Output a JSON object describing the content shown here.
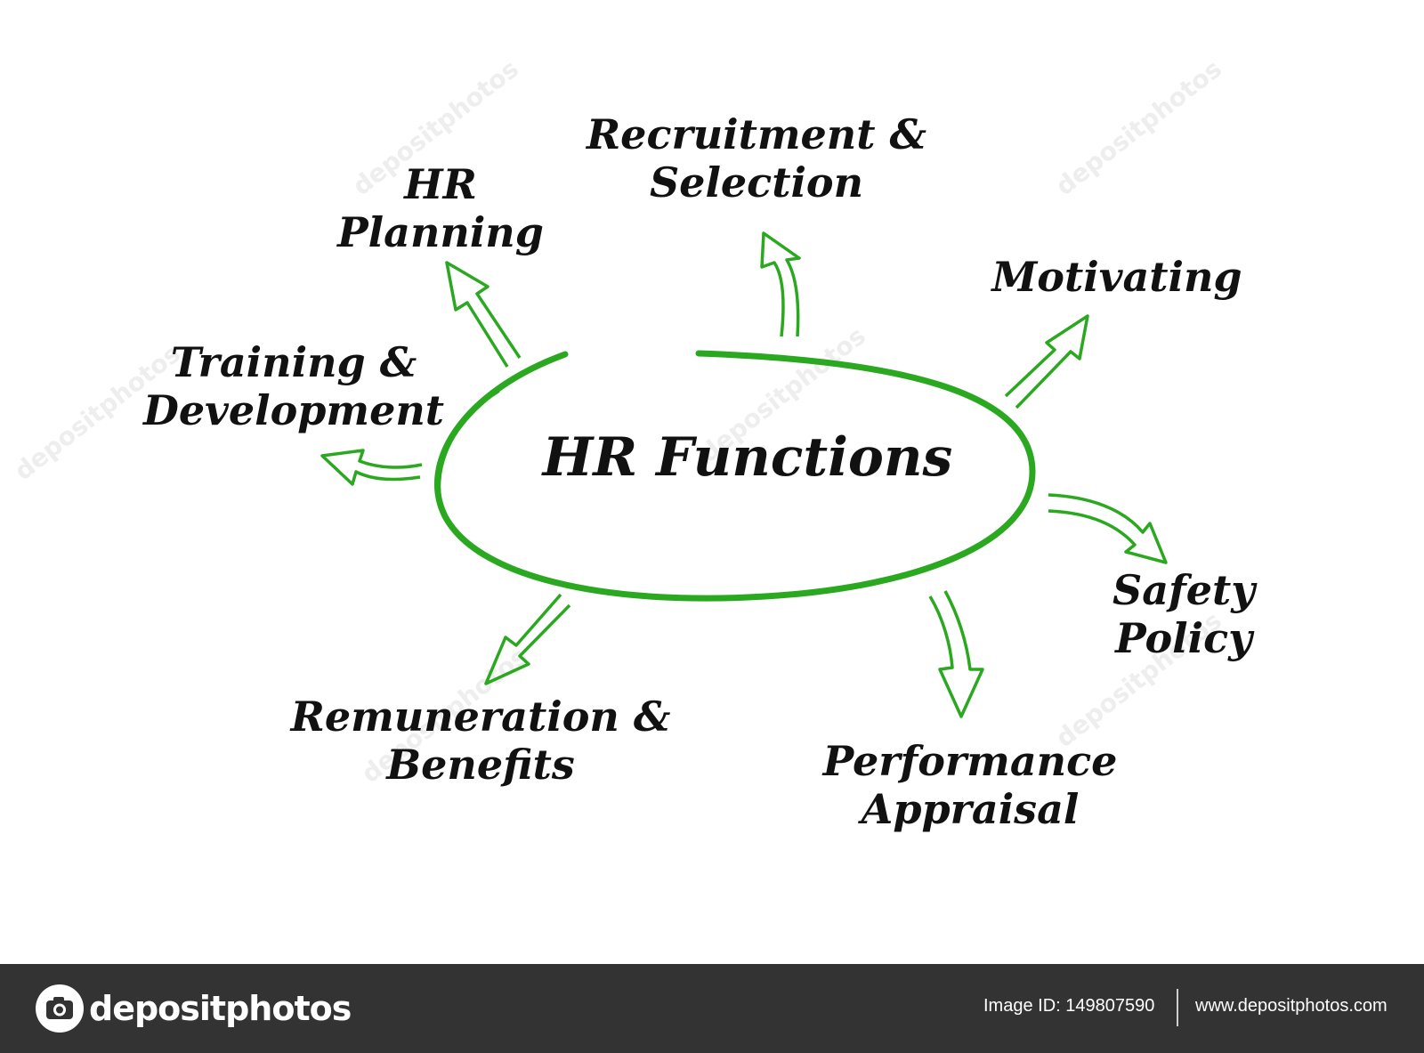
{
  "colors": {
    "accent": "#2aa81f",
    "text": "#111111",
    "footer_bg": "#333333"
  },
  "diagram": {
    "center": "HR Functions",
    "nodes": [
      {
        "id": "hr-planning",
        "lines": [
          "HR",
          "Planning"
        ]
      },
      {
        "id": "recruitment-selection",
        "lines": [
          "Recruitment &",
          "Selection"
        ]
      },
      {
        "id": "motivating",
        "lines": [
          "Motivating"
        ]
      },
      {
        "id": "training-development",
        "lines": [
          "Training &",
          "Development"
        ]
      },
      {
        "id": "safety-policy",
        "lines": [
          "Safety",
          "Policy"
        ]
      },
      {
        "id": "remuneration-benefits",
        "lines": [
          "Remuneration &",
          "Benefits"
        ]
      },
      {
        "id": "performance-appraisal",
        "lines": [
          "Performance",
          "Appraisal"
        ]
      }
    ]
  },
  "watermark": {
    "text": "depositphotos"
  },
  "footer": {
    "logo_text": "depositphotos",
    "image_id": "Image ID: 149807590",
    "url": "www.depositphotos.com"
  }
}
